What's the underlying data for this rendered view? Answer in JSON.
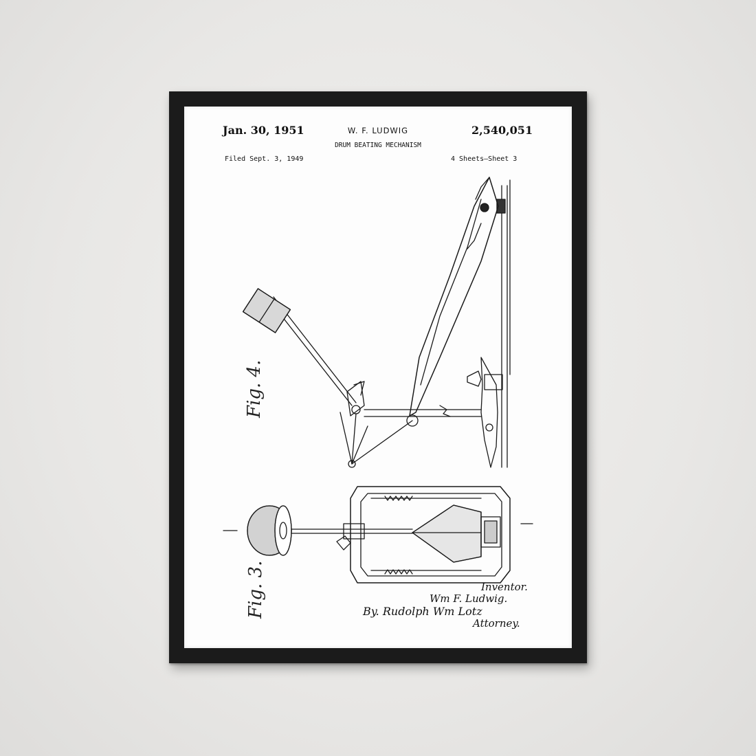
{
  "header": {
    "date": "Jan. 30, 1951",
    "inventor": "W. F. LUDWIG",
    "patent_number": "2,540,051",
    "title": "DRUM BEATING MECHANISM",
    "filed": "Filed Sept. 3, 1949",
    "sheet": "4 Sheets–Sheet 3"
  },
  "figures": {
    "fig4_label": "Fig. 4.",
    "fig3_label": "Fig. 3."
  },
  "signature": {
    "inventor_label": "Inventor.",
    "inventor_name": "Wm F. Ludwig.",
    "by_line": "By. Rudolph Wm Lotz",
    "attorney_label": "Attorney."
  },
  "colors": {
    "wall": "#e9e8e6",
    "frame": "#1b1b1b",
    "paper": "#fdfdfd",
    "ink": "#111111"
  }
}
